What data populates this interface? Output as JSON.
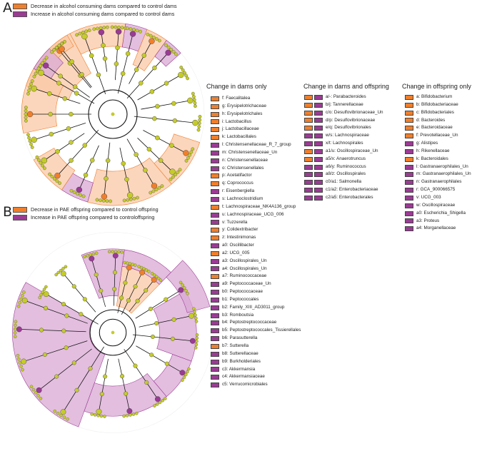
{
  "colors": {
    "decrease": "#f07f2c",
    "increase": "#9b3b94",
    "node": "#c5cc2a",
    "decrease_shade": "#f9c8a5",
    "increase_shade": "#d9a8d4"
  },
  "panel_a": {
    "letter": "A",
    "legend": [
      {
        "label": "Decrease in alcohol consuming dams compared to control dams",
        "color": "decrease"
      },
      {
        "label": "Increase in alcohol consuming dams compared to control dams",
        "color": "increase"
      }
    ]
  },
  "panel_b": {
    "letter": "B",
    "legend": [
      {
        "label": "Decrease in PAE offspring compared to control offspring",
        "color": "decrease"
      },
      {
        "label": "Increase in PAE offspring compared to controloffspring",
        "color": "increase"
      }
    ]
  },
  "columns": {
    "dams_only": {
      "title": "Change in dams only",
      "items": [
        {
          "text": "f: Faecalitalea",
          "c": "decrease"
        },
        {
          "text": "g: Erysipelotrichaceae",
          "c": "decrease"
        },
        {
          "text": "h: Erysipelotrichales",
          "c": "decrease"
        },
        {
          "text": "i: Lactobacillus",
          "c": "decrease"
        },
        {
          "text": "j: Lactobacillaceae",
          "c": "decrease"
        },
        {
          "text": "k: Lactobacillales",
          "c": "decrease"
        },
        {
          "text": "l: Christensenellaceae_R_7_group",
          "c": "increase"
        },
        {
          "text": "m: Christensenellaceae_Un",
          "c": "increase"
        },
        {
          "text": "n: Christensenellaceae",
          "c": "increase"
        },
        {
          "text": "o: Christensenellales",
          "c": "increase"
        },
        {
          "text": "p: Acetatifactor",
          "c": "decrease"
        },
        {
          "text": "q: Coprococcus",
          "c": "decrease"
        },
        {
          "text": "r: Eisenbergiella",
          "c": "increase"
        },
        {
          "text": "s: Lachnoclostridium",
          "c": "increase"
        },
        {
          "text": "t: Lachnospiraceae_NK4A136_group",
          "c": "decrease"
        },
        {
          "text": "u: Lachnospiraceae_UCG_006",
          "c": "increase"
        },
        {
          "text": "v: Tuzzerella",
          "c": "increase"
        },
        {
          "text": "y: Colidextribacter",
          "c": "decrease"
        },
        {
          "text": "z: Intestinimonas",
          "c": "decrease"
        },
        {
          "text": "a0: Oscillibacter",
          "c": "increase"
        },
        {
          "text": "a2: UCG_005",
          "c": "decrease"
        },
        {
          "text": "a3: Oscillospirales_Un",
          "c": "increase"
        },
        {
          "text": "a4: Oscillospirales_Un",
          "c": "increase"
        },
        {
          "text": "a7: Ruminococcaceae",
          "c": "decrease"
        },
        {
          "text": "a9: Peptococcaceae_Un",
          "c": "increase"
        },
        {
          "text": "b0: Peptococcaceae",
          "c": "increase"
        },
        {
          "text": "b1: Peptococcales",
          "c": "increase"
        },
        {
          "text": "b2: Family_XIII_AD3011_group",
          "c": "increase"
        },
        {
          "text": "b3: Romboutsia",
          "c": "increase"
        },
        {
          "text": "b4: Peptostreptococcaceae",
          "c": "increase"
        },
        {
          "text": "b5: Peptostreptococcales_Tissierellales",
          "c": "increase"
        },
        {
          "text": "b6: Parasutterella",
          "c": "increase"
        },
        {
          "text": "b7: Sutterella",
          "c": "decrease"
        },
        {
          "text": "b8: Sutterellaceae",
          "c": "increase"
        },
        {
          "text": "b9: Burkholderiales",
          "c": "increase"
        },
        {
          "text": "c3: Akkermansia",
          "c": "increase"
        },
        {
          "text": "c4: Akkermansiaceae",
          "c": "increase"
        },
        {
          "text": "c5: Verrucomicrobiales",
          "c": "increase"
        }
      ]
    },
    "dams_and_offspring": {
      "title": "Change in dams and offspring",
      "items": [
        {
          "text": "a/-: Parabacteroides",
          "c1": "decrease",
          "c2": "increase"
        },
        {
          "text": "b/j: Tannerellaceae",
          "c1": "decrease",
          "c2": "increase"
        },
        {
          "text": "c/o: Desulfovibrionaceae_Un",
          "c1": "decrease",
          "c2": "increase"
        },
        {
          "text": "d/p: Desulfovibrionaceae",
          "c1": "decrease",
          "c2": "increase"
        },
        {
          "text": "e/q: Desulfovibrionales",
          "c1": "decrease",
          "c2": "increase"
        },
        {
          "text": "w/s: Lachnospiraceae",
          "c1": "increase",
          "c2": "increase"
        },
        {
          "text": "x/t: Lachnospirales",
          "c1": "increase",
          "c2": "increase"
        },
        {
          "text": "a1/u: Oscillospiraceae_Un",
          "c1": "decrease",
          "c2": "increase"
        },
        {
          "text": "a5/x: Anaerotruncus",
          "c1": "decrease",
          "c2": "increase"
        },
        {
          "text": "a6/y: Ruminococcus",
          "c1": "increase",
          "c2": "increase"
        },
        {
          "text": "a8/z: Oscillospirales",
          "c1": "increase",
          "c2": "increase"
        },
        {
          "text": "c0/a1: Salmonella",
          "c1": "increase",
          "c2": "increase"
        },
        {
          "text": "c1/a2: Enterobacteriaceae",
          "c1": "increase",
          "c2": "increase"
        },
        {
          "text": "c2/a5: Enterobacterales",
          "c1": "increase",
          "c2": "increase"
        }
      ]
    },
    "offspring_only": {
      "title": "Change in offspring only",
      "items": [
        {
          "text": "a: Bifidobacterium",
          "c": "decrease"
        },
        {
          "text": "b: Bifidobacteriaceae",
          "c": "decrease"
        },
        {
          "text": "c: Bifidobacteriales",
          "c": "decrease"
        },
        {
          "text": "d: Bacteroides",
          "c": "decrease"
        },
        {
          "text": "e: Bacteroidaceae",
          "c": "decrease"
        },
        {
          "text": "f: Prevotellaceae_Un",
          "c": "decrease"
        },
        {
          "text": "g: Alistipes",
          "c": "increase"
        },
        {
          "text": "h: Rikenellaceae",
          "c": "increase"
        },
        {
          "text": "k: Bacteroidales",
          "c": "decrease"
        },
        {
          "text": "l: Gastranaerophilales_Un",
          "c": "increase"
        },
        {
          "text": "m: Gastranaerophilales_Un",
          "c": "increase"
        },
        {
          "text": "n: Gastranaerophilales",
          "c": "increase"
        },
        {
          "text": "r: GCA_900066575",
          "c": "increase"
        },
        {
          "text": "v: UCG_003",
          "c": "increase"
        },
        {
          "text": "w: Oscillospiraceae",
          "c": "increase"
        },
        {
          "text": "a0: Escherichia_Shigella",
          "c": "increase"
        },
        {
          "text": "a3: Proteus",
          "c": "increase"
        },
        {
          "text": "a4: Morganellaceae",
          "c": "increase"
        }
      ]
    }
  },
  "clado_a": {
    "sectors": [
      {
        "c": "decrease",
        "r0": 95,
        "r1": 128,
        "a0": -28,
        "a1": 8
      },
      {
        "c": "decrease",
        "r0": 65,
        "r1": 128,
        "a0": -72,
        "a1": -28
      },
      {
        "c": "increase",
        "r0": 95,
        "r1": 128,
        "a0": 8,
        "a1": 22
      },
      {
        "c": "decrease",
        "r0": 75,
        "r1": 128,
        "a0": 22,
        "a1": 36
      },
      {
        "c": "increase",
        "r0": 100,
        "r1": 128,
        "a0": 36,
        "a1": 48
      },
      {
        "c": "decrease",
        "r0": 90,
        "r1": 128,
        "a0": 108,
        "a1": 140
      },
      {
        "c": "decrease",
        "r0": 80,
        "r1": 128,
        "a0": 140,
        "a1": 196
      },
      {
        "c": "increase",
        "r0": 100,
        "r1": 128,
        "a0": 196,
        "a1": 214
      },
      {
        "c": "decrease",
        "r0": 95,
        "r1": 128,
        "a0": 214,
        "a1": 240
      },
      {
        "c": "decrease",
        "r0": 80,
        "r1": 128,
        "a0": 258,
        "a1": 300
      },
      {
        "c": "increase",
        "r0": 100,
        "r1": 128,
        "a0": 300,
        "a1": 316
      },
      {
        "c": "decrease",
        "r0": 110,
        "r1": 128,
        "a0": 316,
        "a1": 330
      }
    ],
    "branches": [
      {
        "a": -60,
        "r0": 30,
        "r1": 116,
        "c": "node"
      },
      {
        "a": -40,
        "r0": 48,
        "r1": 116,
        "c": "decrease"
      },
      {
        "a": -20,
        "r0": 30,
        "r1": 116,
        "c": "node"
      },
      {
        "a": -8,
        "r0": 60,
        "r1": 116,
        "c": "increase"
      },
      {
        "a": 4,
        "r0": 48,
        "r1": 116,
        "c": "increase"
      },
      {
        "a": 14,
        "r0": 30,
        "r1": 116,
        "c": "increase"
      },
      {
        "a": 28,
        "r0": 48,
        "r1": 116,
        "c": "decrease"
      },
      {
        "a": 42,
        "r0": 30,
        "r1": 116,
        "c": "increase"
      },
      {
        "a": 60,
        "r0": 40,
        "r1": 110,
        "c": "node"
      },
      {
        "a": 80,
        "r0": 40,
        "r1": 110,
        "c": "node"
      },
      {
        "a": 96,
        "r0": 30,
        "r1": 116,
        "c": "node"
      },
      {
        "a": 118,
        "r0": 48,
        "r1": 116,
        "c": "decrease"
      },
      {
        "a": 134,
        "r0": 48,
        "r1": 116,
        "c": "node"
      },
      {
        "a": 150,
        "r0": 40,
        "r1": 116,
        "c": "decrease"
      },
      {
        "a": 168,
        "r0": 48,
        "r1": 116,
        "c": "node"
      },
      {
        "a": 186,
        "r0": 40,
        "r1": 116,
        "c": "decrease"
      },
      {
        "a": 204,
        "r0": 48,
        "r1": 116,
        "c": "increase"
      },
      {
        "a": 222,
        "r0": 30,
        "r1": 116,
        "c": "decrease"
      },
      {
        "a": 236,
        "r0": 48,
        "r1": 116,
        "c": "node"
      },
      {
        "a": 252,
        "r0": 40,
        "r1": 116,
        "c": "node"
      },
      {
        "a": 270,
        "r0": 30,
        "r1": 116,
        "c": "decrease"
      },
      {
        "a": 288,
        "r0": 48,
        "r1": 116,
        "c": "node"
      },
      {
        "a": 306,
        "r0": 40,
        "r1": 116,
        "c": "increase"
      },
      {
        "a": 322,
        "r0": 48,
        "r1": 116,
        "c": "decrease"
      }
    ]
  },
  "clado_b": {
    "sectors": [
      {
        "c": "decrease",
        "r0": 40,
        "r1": 100,
        "a0": 8,
        "a1": 44
      },
      {
        "c": "increase",
        "r0": 100,
        "r1": 125,
        "a0": 8,
        "a1": 44
      },
      {
        "c": "increase",
        "r0": 55,
        "r1": 125,
        "a0": -22,
        "a1": 8
      },
      {
        "c": "increase",
        "r0": 35,
        "r1": 150,
        "a0": 200,
        "a1": 300
      },
      {
        "c": "increase",
        "r0": 80,
        "r1": 125,
        "a0": 140,
        "a1": 200
      },
      {
        "c": "increase",
        "r0": 95,
        "r1": 125,
        "a0": 110,
        "a1": 140
      },
      {
        "c": "increase",
        "r0": 70,
        "r1": 125,
        "a0": 60,
        "a1": 110
      },
      {
        "c": "increase",
        "r0": 115,
        "r1": 150,
        "a0": 44,
        "a1": 75
      }
    ],
    "branches": [
      {
        "a": -60,
        "r0": 25,
        "r1": 115,
        "c": "node"
      },
      {
        "a": -40,
        "r0": 40,
        "r1": 115,
        "c": "node"
      },
      {
        "a": -16,
        "r0": 40,
        "r1": 115,
        "c": "increase"
      },
      {
        "a": 2,
        "r0": 40,
        "r1": 115,
        "c": "increase"
      },
      {
        "a": 14,
        "r0": 30,
        "r1": 100,
        "c": "decrease"
      },
      {
        "a": 26,
        "r0": 30,
        "r1": 100,
        "c": "decrease"
      },
      {
        "a": 38,
        "r0": 40,
        "r1": 100,
        "c": "decrease"
      },
      {
        "a": 58,
        "r0": 40,
        "r1": 120,
        "c": "increase"
      },
      {
        "a": 78,
        "r0": 40,
        "r1": 120,
        "c": "node"
      },
      {
        "a": 96,
        "r0": 30,
        "r1": 120,
        "c": "increase"
      },
      {
        "a": 120,
        "r0": 40,
        "r1": 120,
        "c": "increase"
      },
      {
        "a": 146,
        "r0": 30,
        "r1": 120,
        "c": "increase"
      },
      {
        "a": 168,
        "r0": 40,
        "r1": 120,
        "c": "increase"
      },
      {
        "a": 190,
        "r0": 40,
        "r1": 120,
        "c": "node"
      },
      {
        "a": 212,
        "r0": 25,
        "r1": 140,
        "c": "node"
      },
      {
        "a": 232,
        "r0": 40,
        "r1": 140,
        "c": "increase"
      },
      {
        "a": 252,
        "r0": 40,
        "r1": 140,
        "c": "node"
      },
      {
        "a": 272,
        "r0": 40,
        "r1": 140,
        "c": "increase"
      },
      {
        "a": 290,
        "r0": 40,
        "r1": 140,
        "c": "node"
      }
    ]
  }
}
